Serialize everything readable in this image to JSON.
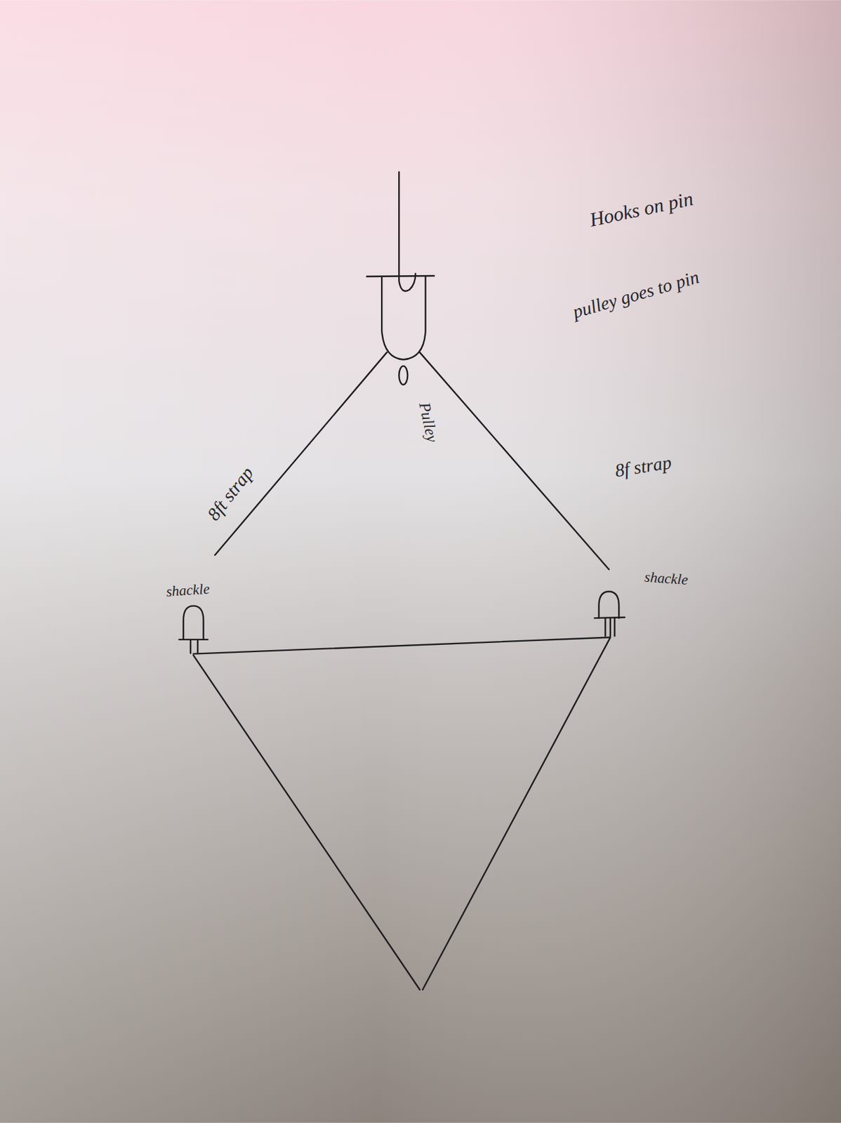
{
  "diagram": {
    "labels": [
      "Hooks on pin",
      "pulley goes to pin",
      "Pulley",
      "8ft strap",
      "8f strap",
      "shackle",
      "shackle"
    ]
  }
}
